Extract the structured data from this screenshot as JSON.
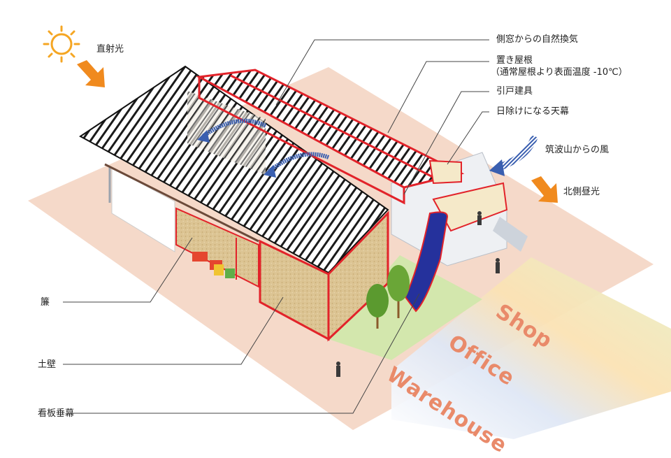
{
  "labels": {
    "direct_sun": "直射光",
    "side_window": "側窓からの自然換気",
    "roof_line1": "置き屋根",
    "roof_line2": "（通常屋根より表面温度 -10℃）",
    "sliding_door": "引戸建具",
    "awning": "日除けになる天幕",
    "tsukuba_wind": "筑波山からの風",
    "north_light": "北側昼光",
    "sudare": "簾",
    "earth_wall": "土壁",
    "signboard": "看板垂幕"
  },
  "zones": {
    "shop": "Shop",
    "office": "Office",
    "warehouse": "Warehouse"
  },
  "colors": {
    "accent_red": "#e2232a",
    "arrow_orange": "#f08a1e",
    "wind_blue": "#3a5fb0",
    "ground": "#f3d6c6",
    "grass": "#cfe6a8",
    "banner_blue": "#24309a",
    "earth_wall": "#d9c08e"
  }
}
